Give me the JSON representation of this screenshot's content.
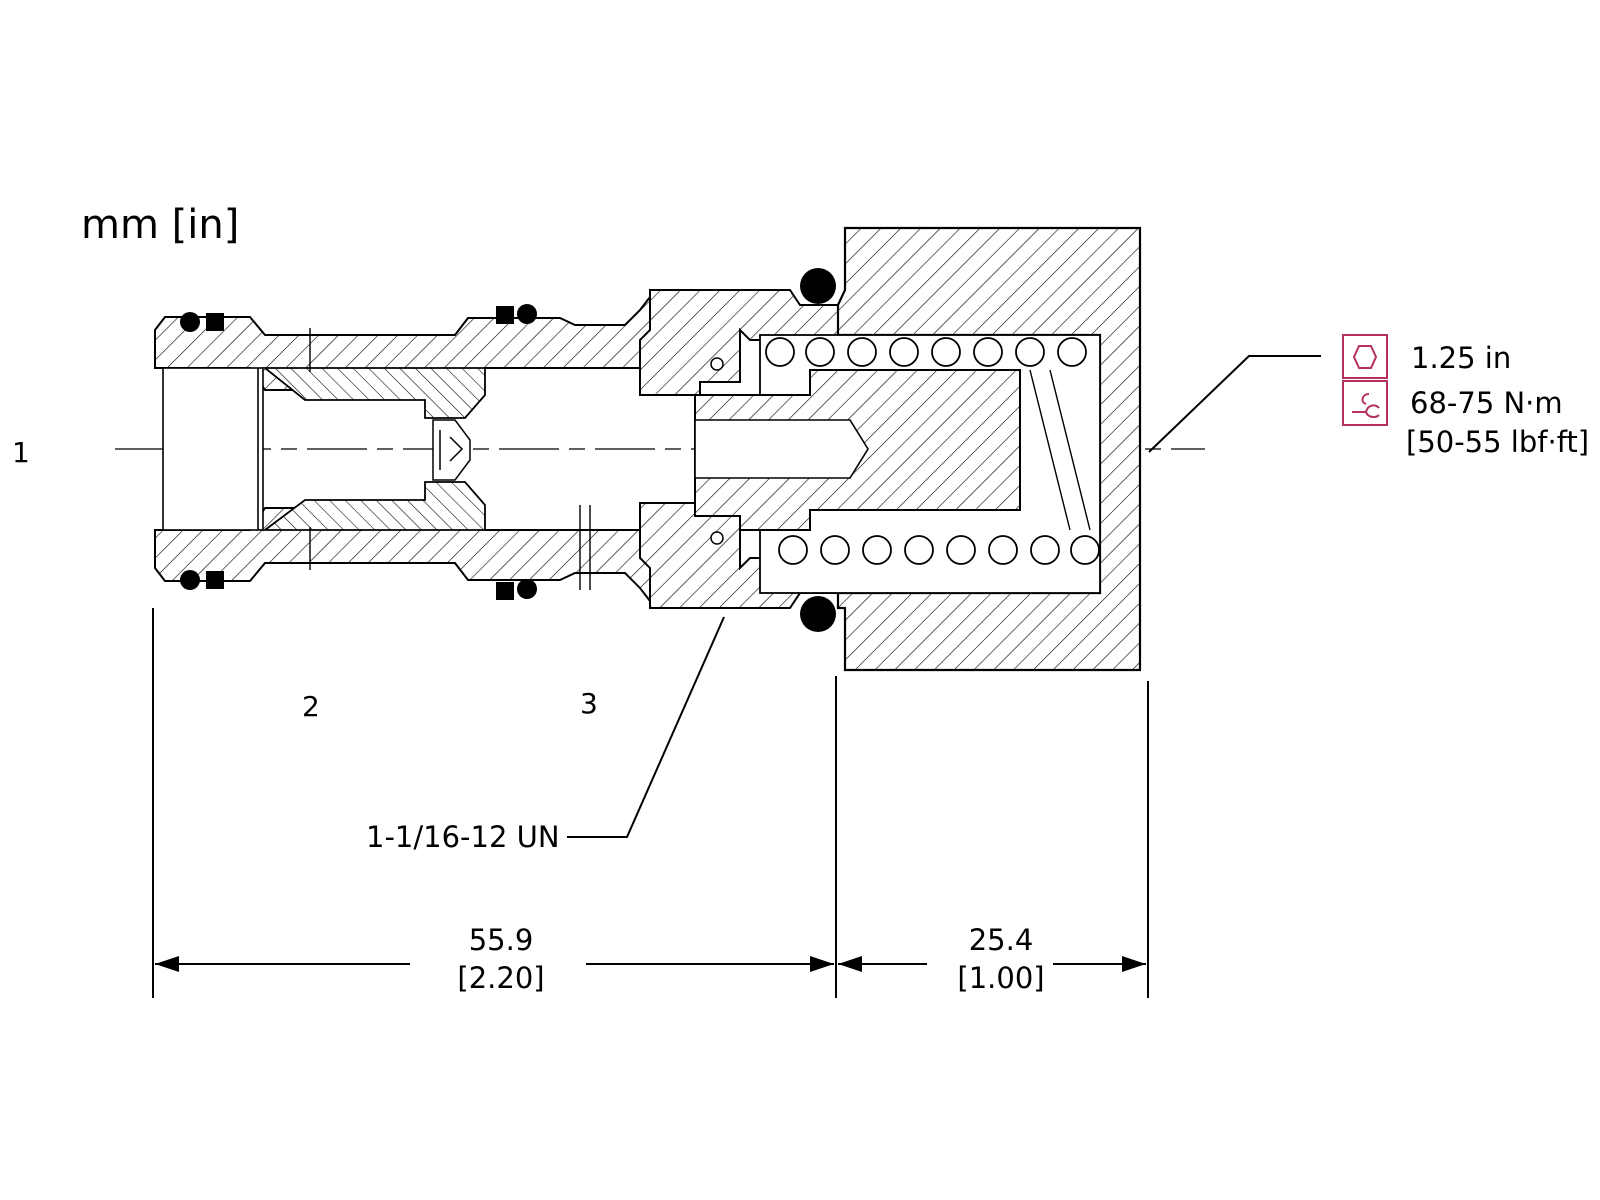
{
  "units_label": "mm [in]",
  "ports": {
    "p1": "1",
    "p2": "2",
    "p3": "3"
  },
  "thread_callout": "1-1/16-12 UN",
  "hex_size": {
    "icon": "hex-icon",
    "value": "1.25 in"
  },
  "torque": {
    "icon": "wrench-icon",
    "metric": "68-75 N·m",
    "imperial": "[50-55 lbf·ft]",
    "icon_color": "#b5305a"
  },
  "dimensions": {
    "overall": {
      "mm": "55.9",
      "in": "[2.20]"
    },
    "head": {
      "mm": "25.4",
      "in": "[1.00]"
    }
  }
}
